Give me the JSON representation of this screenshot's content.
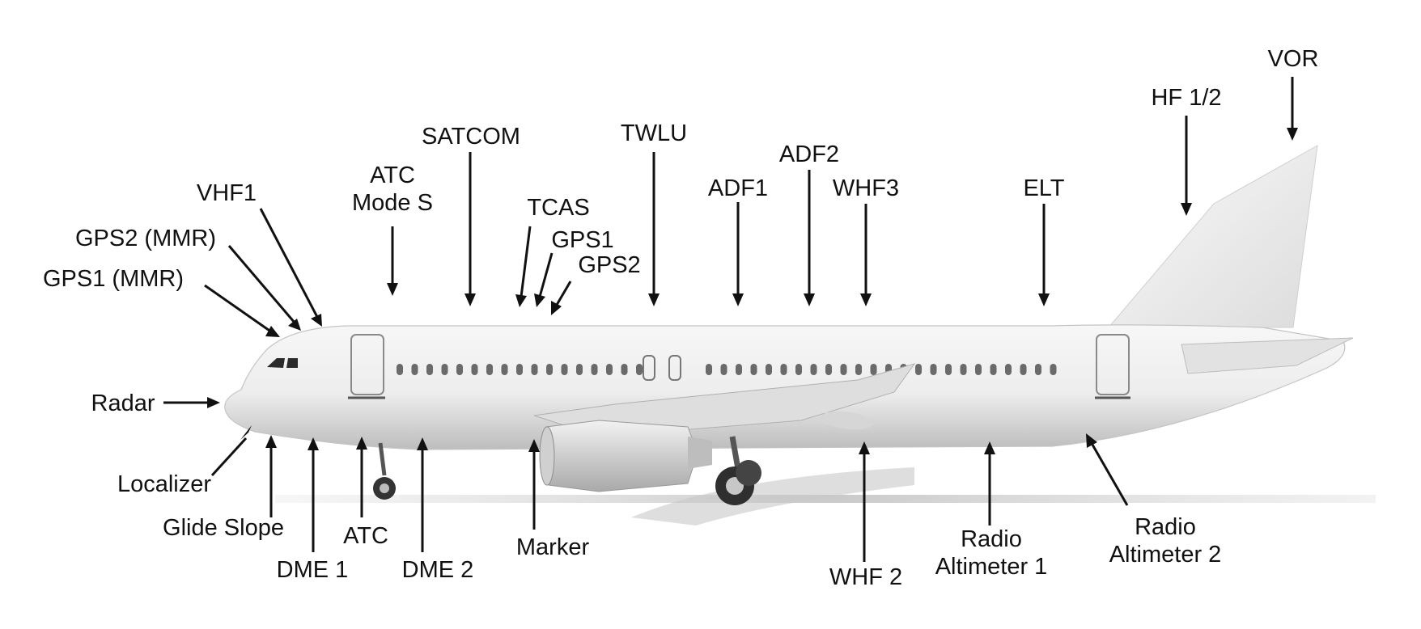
{
  "labels": {
    "vor": "VOR",
    "hf12": "HF 1/2",
    "satcom": "SATCOM",
    "twlu": "TWLU",
    "adf2": "ADF2",
    "adf1": "ADF1",
    "whf3": "WHF3",
    "elt": "ELT",
    "vhf1": "VHF1",
    "atc_mode_s_1": "ATC",
    "atc_mode_s_2": "Mode S",
    "tcas": "TCAS",
    "gps1": "GPS1",
    "gps2": "GPS2",
    "gps2_mmr": "GPS2 (MMR)",
    "gps1_mmr": "GPS1 (MMR)",
    "radar": "Radar",
    "localizer": "Localizer",
    "glide_slope": "Glide Slope",
    "atc": "ATC",
    "dme1": "DME 1",
    "dme2": "DME 2",
    "marker": "Marker",
    "whf2": "WHF 2",
    "radio_alt1_1": "Radio",
    "radio_alt1_2": "Altimeter 1",
    "radio_alt2_1": "Radio",
    "radio_alt2_2": "Altimeter 2"
  }
}
